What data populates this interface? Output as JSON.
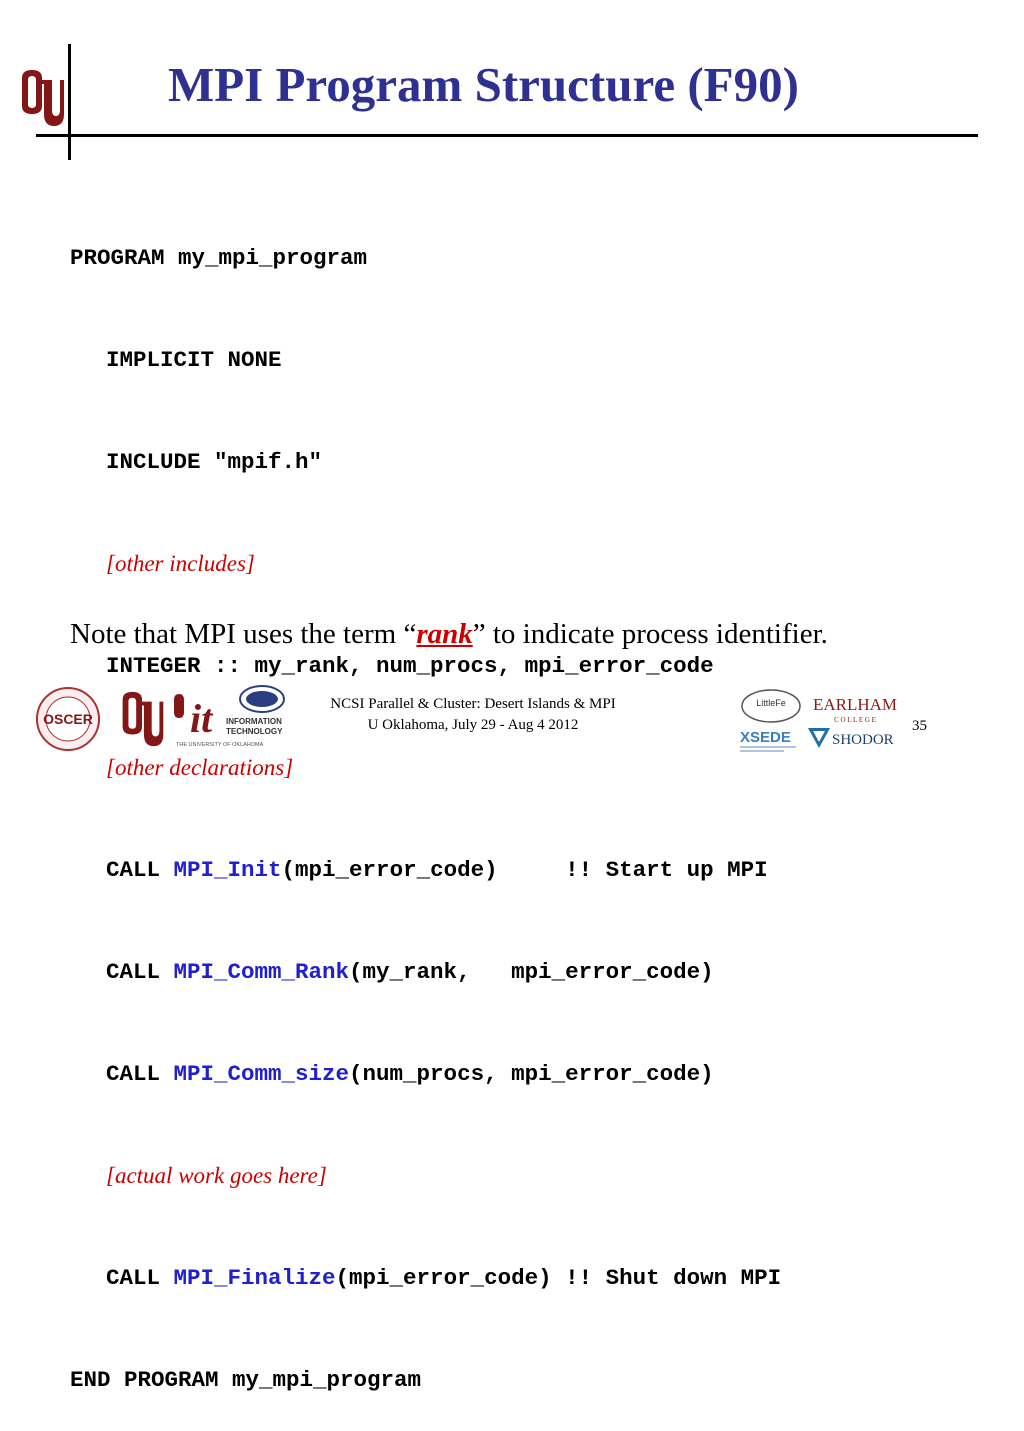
{
  "slide": {
    "title": "MPI Program Structure (F90)",
    "code": {
      "line1": "PROGRAM my_mpi_program",
      "line2": "IMPLICIT NONE",
      "line3": "INCLUDE \"mpif.h\"",
      "line4": "[other includes]",
      "line5": "INTEGER :: my_rank, num_procs, mpi_error_code",
      "line6": "[other declarations]",
      "line7_call": "CALL ",
      "line7_fn": "MPI_Init",
      "line7_rest": "(mpi_error_code)     !! Start up MPI",
      "line8_call": "CALL ",
      "line8_fn": "MPI_Comm_Rank",
      "line8_rest": "(my_rank,   mpi_error_code)",
      "line9_call": "CALL ",
      "line9_fn": "MPI_Comm_size",
      "line9_rest": "(num_procs, mpi_error_code)",
      "line10": "[actual work goes here]",
      "line11_call": "CALL ",
      "line11_fn": "MPI_Finalize",
      "line11_rest": "(mpi_error_code) !! Shut down MPI",
      "line12": "END PROGRAM my_mpi_program"
    },
    "note_before": "Note that MPI uses the term “",
    "note_term": "rank",
    "note_after": "” to indicate process identifier."
  },
  "footer": {
    "line1": "NCSI Parallel & Cluster: Desert Islands & MPI",
    "line2": "U Oklahoma, July 29 - Aug 4 2012",
    "page_number": "35",
    "logos": {
      "oscer": "OSCER",
      "it_main": "it",
      "it_sub1": "INFORMATION",
      "it_sub2": "TECHNOLOGY",
      "it_sub3": "THE UNIVERSITY OF OKLAHOMA",
      "littlefe": "LittleFe",
      "earlham": "EARLHAM",
      "earlham_sub": "C O L L E G E",
      "xsede": "XSEDE",
      "shodor": "SHODOR"
    }
  },
  "colors": {
    "title": "#2e3192",
    "code_function": "#2020d0",
    "placeholder": "#cc0000",
    "ou_crimson": "#841617"
  }
}
